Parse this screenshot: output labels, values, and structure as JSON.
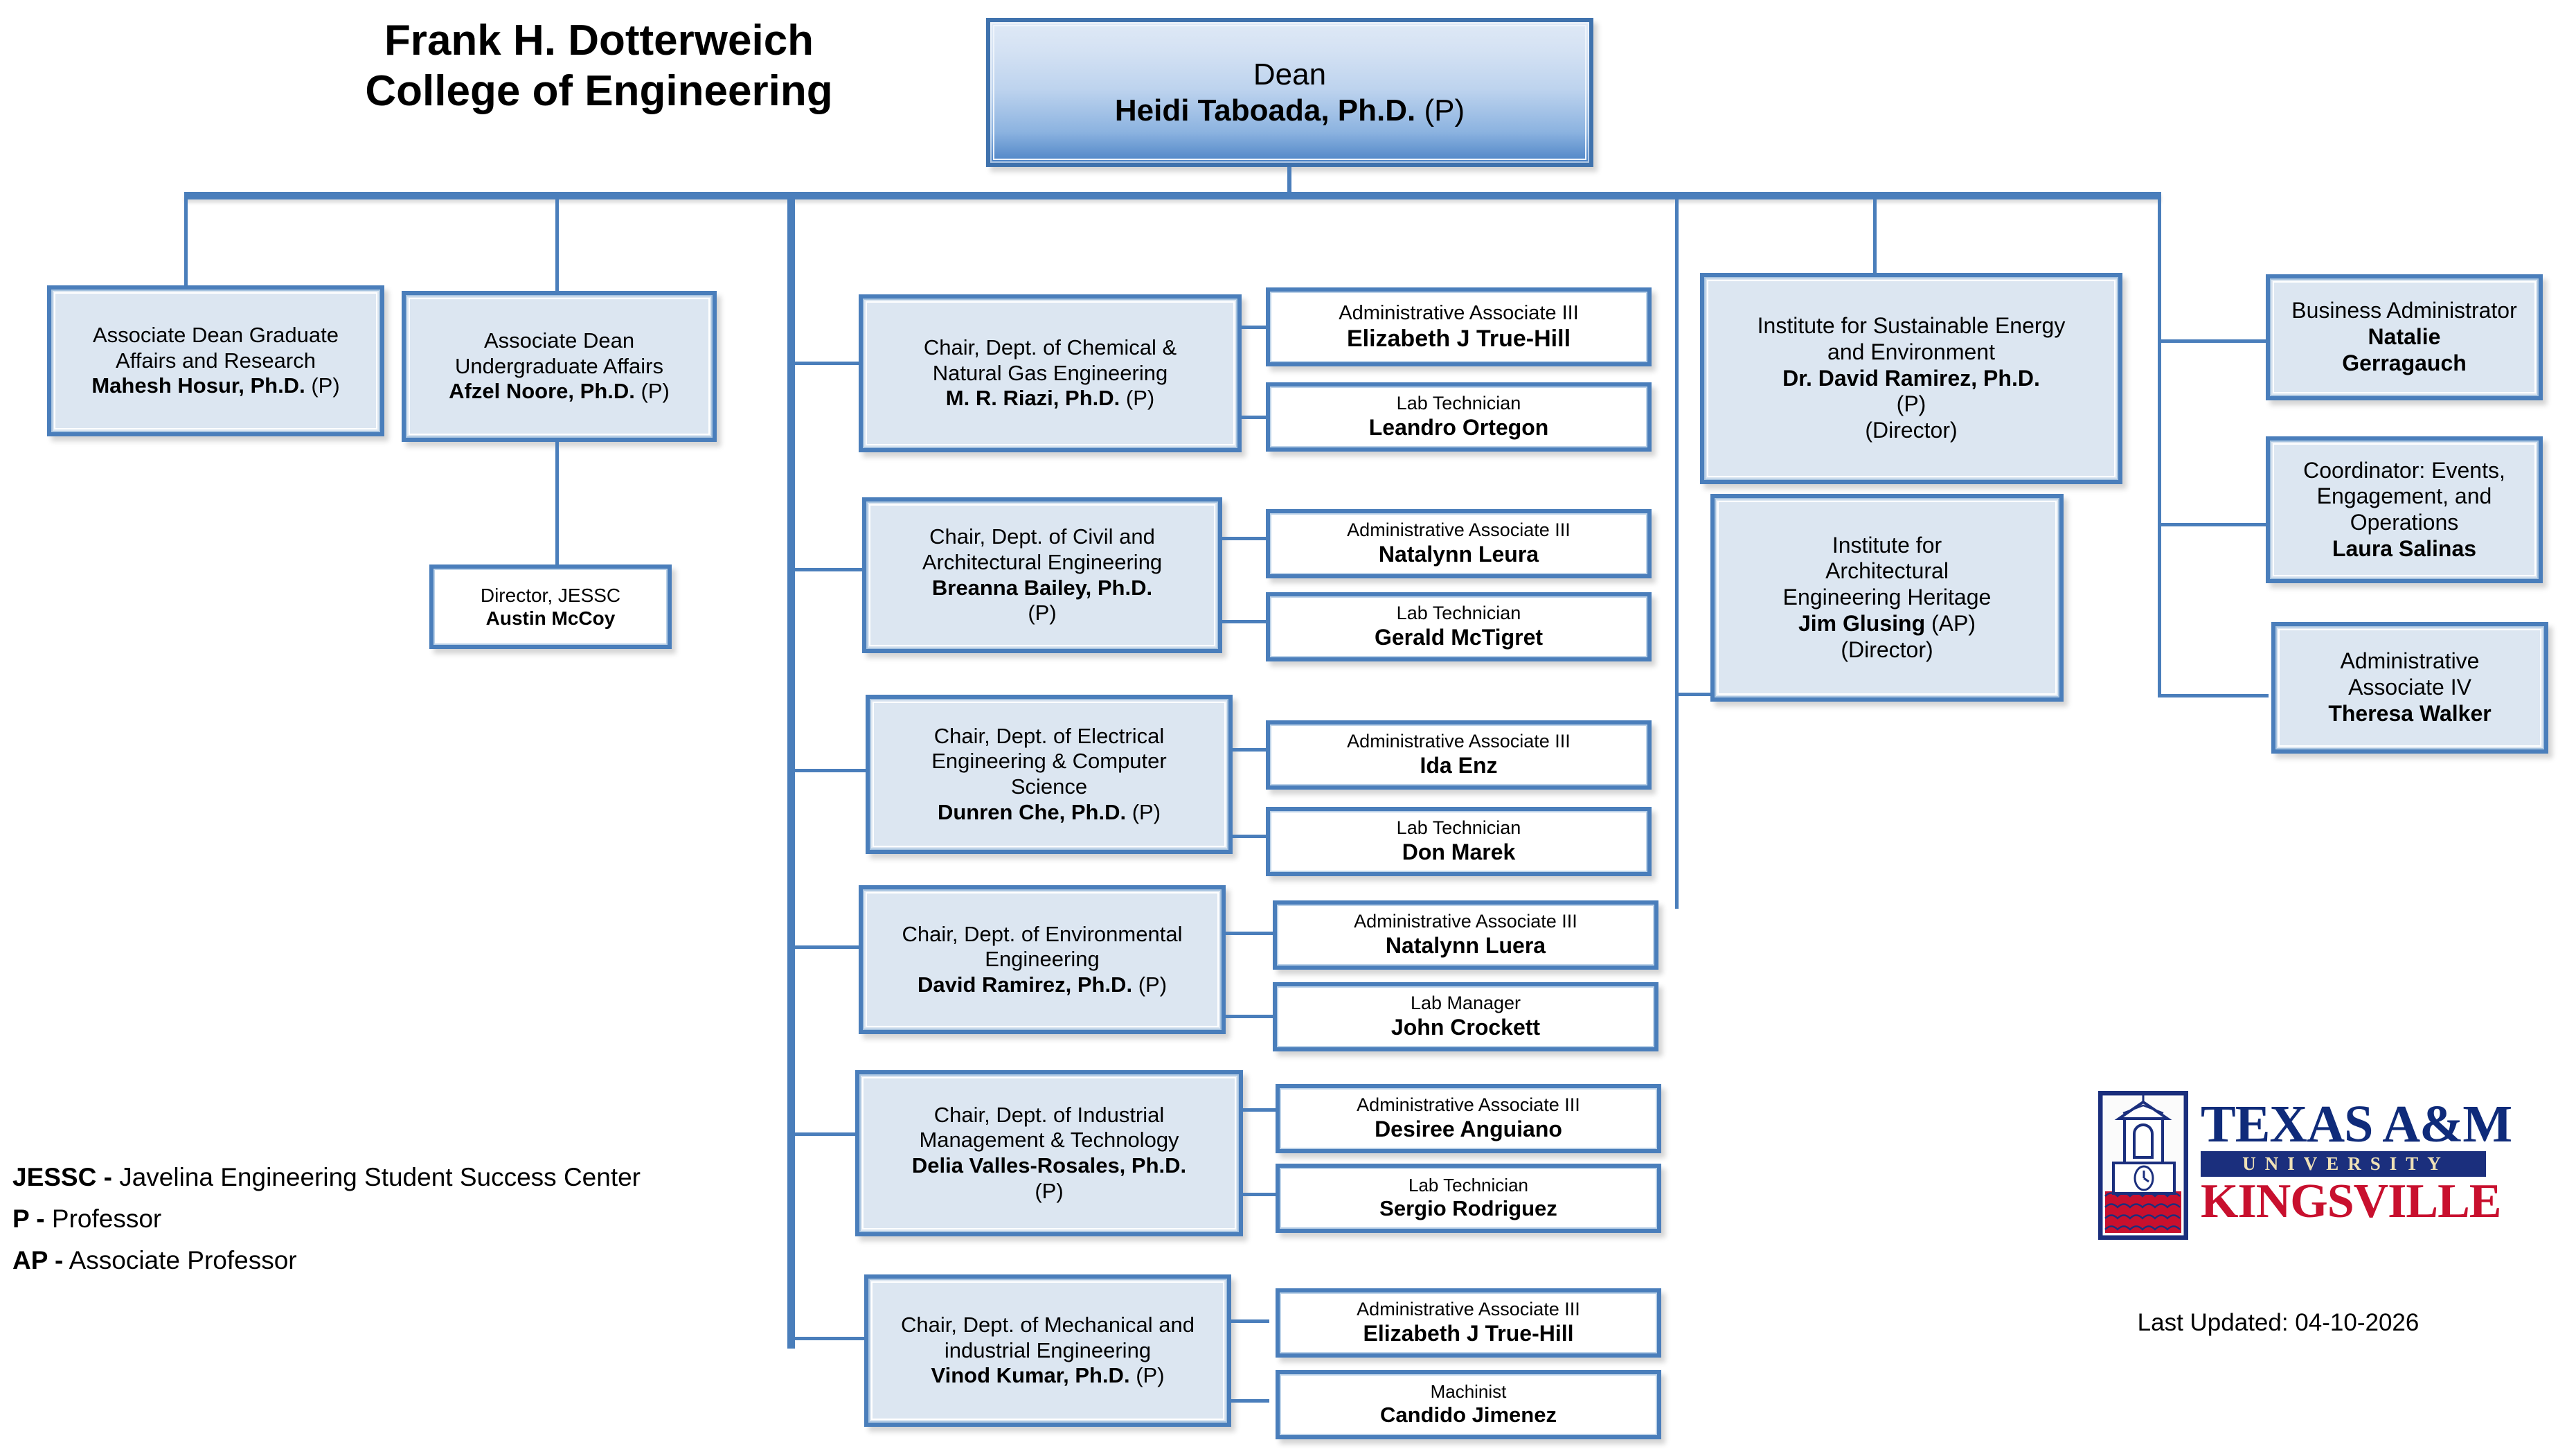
{
  "chart_title": "Frank H. Dotterweich\nCollege of Engineering",
  "colors": {
    "box_fill": "#dce6f1",
    "box_fill_white": "#ffffff",
    "border": "#4a7ebb",
    "connector": "#4a7ebb",
    "logo_navy": "#1b2f7d",
    "logo_red": "#c8102e",
    "logo_cream": "#efe1b6"
  },
  "dean": {
    "title": "Dean",
    "name": "Heidi Taboada, Ph.D.",
    "suffix": "(P)"
  },
  "associate_deans": [
    {
      "title_lines": [
        "Associate Dean Graduate",
        "Affairs and Research"
      ],
      "name": "Mahesh Hosur, Ph.D.",
      "suffix": "(P)"
    },
    {
      "title_lines": [
        "Associate Dean",
        "Undergraduate Affairs"
      ],
      "name": "Afzel Noore, Ph.D.",
      "suffix": "(P)"
    }
  ],
  "jessc_director": {
    "title_lines": [
      "Director, JESSC"
    ],
    "name": "Austin McCoy",
    "suffix": ""
  },
  "chairs": [
    {
      "title_lines": [
        "Chair, Dept. of Chemical &",
        "Natural Gas Engineering"
      ],
      "name": "M. R. Riazi, Ph.D.",
      "suffix": "(P)",
      "staff": [
        {
          "title": "Administrative Associate III",
          "name": "Elizabeth J True-Hill"
        },
        {
          "title": "Lab Technician",
          "name": "Leandro Ortegon"
        }
      ]
    },
    {
      "title_lines": [
        "Chair, Dept. of Civil and",
        "Architectural Engineering"
      ],
      "name": "Breanna Bailey, Ph.D.",
      "suffix": "(P)",
      "suffix_newline": true,
      "staff": [
        {
          "title": "Administrative Associate III",
          "name": "Natalynn Leura"
        },
        {
          "title": "Lab Technician",
          "name": "Gerald McTigret"
        }
      ]
    },
    {
      "title_lines": [
        "Chair, Dept. of Electrical",
        "Engineering & Computer",
        "Science"
      ],
      "name": "Dunren Che, Ph.D.",
      "suffix": "(P)",
      "staff": [
        {
          "title": "Administrative Associate III",
          "name": "Ida Enz"
        },
        {
          "title": "Lab Technician",
          "name": "Don Marek"
        }
      ]
    },
    {
      "title_lines": [
        "Chair, Dept. of Environmental",
        "Engineering"
      ],
      "name": "David Ramirez, Ph.D.",
      "suffix": "(P)",
      "staff": [
        {
          "title": "Administrative Associate III",
          "name": "Natalynn Luera"
        },
        {
          "title": "Lab Manager",
          "name": "John Crockett"
        }
      ]
    },
    {
      "title_lines": [
        "Chair, Dept. of Industrial",
        "Management & Technology"
      ],
      "name": "Delia Valles-Rosales, Ph.D.",
      "suffix": "(P)",
      "suffix_newline": true,
      "staff": [
        {
          "title": "Administrative Associate III",
          "name": "Desiree Anguiano"
        },
        {
          "title": "Lab Technician",
          "name": "Sergio Rodriguez"
        }
      ]
    },
    {
      "title_lines": [
        "Chair, Dept. of Mechanical and",
        "industrial Engineering"
      ],
      "name": "Vinod Kumar, Ph.D.",
      "suffix": "(P)",
      "staff": [
        {
          "title": "Administrative Associate III",
          "name": "Elizabeth J True-Hill"
        },
        {
          "title": "Machinist",
          "name": "Candido Jimenez"
        }
      ]
    }
  ],
  "institutes": [
    {
      "title_lines": [
        "Institute for Sustainable Energy",
        "and Environment"
      ],
      "name": "Dr. David Ramirez, Ph.D.",
      "rank": "(P)",
      "role": "(Director)"
    },
    {
      "title_lines": [
        "Institute for",
        "Architectural",
        "Engineering Heritage"
      ],
      "name": "Jim Glusing",
      "suffix": "(AP)",
      "role": "(Director)"
    }
  ],
  "admin_column": [
    {
      "title_lines": [
        "Business Administrator"
      ],
      "name_lines": [
        "Natalie",
        "Gerragauch"
      ]
    },
    {
      "title_lines": [
        "Coordinator: Events,",
        "Engagement, and",
        "Operations"
      ],
      "name_lines": [
        "Laura Salinas"
      ]
    },
    {
      "title_lines": [
        "Administrative",
        "Associate IV"
      ],
      "name_lines": [
        "Theresa Walker"
      ]
    }
  ],
  "legend": [
    {
      "abbr": "JESSC -",
      "text": " Javelina Engineering Student Success Center"
    },
    {
      "abbr": "P -",
      "text": " Professor"
    },
    {
      "abbr": "AP -",
      "text": " Associate Professor"
    }
  ],
  "last_updated": "Last Updated: 04-10-2026",
  "logo": {
    "line1": "TEXAS A&M",
    "line2": "UNIVERSITY",
    "line3": "KINGSVILLE"
  }
}
